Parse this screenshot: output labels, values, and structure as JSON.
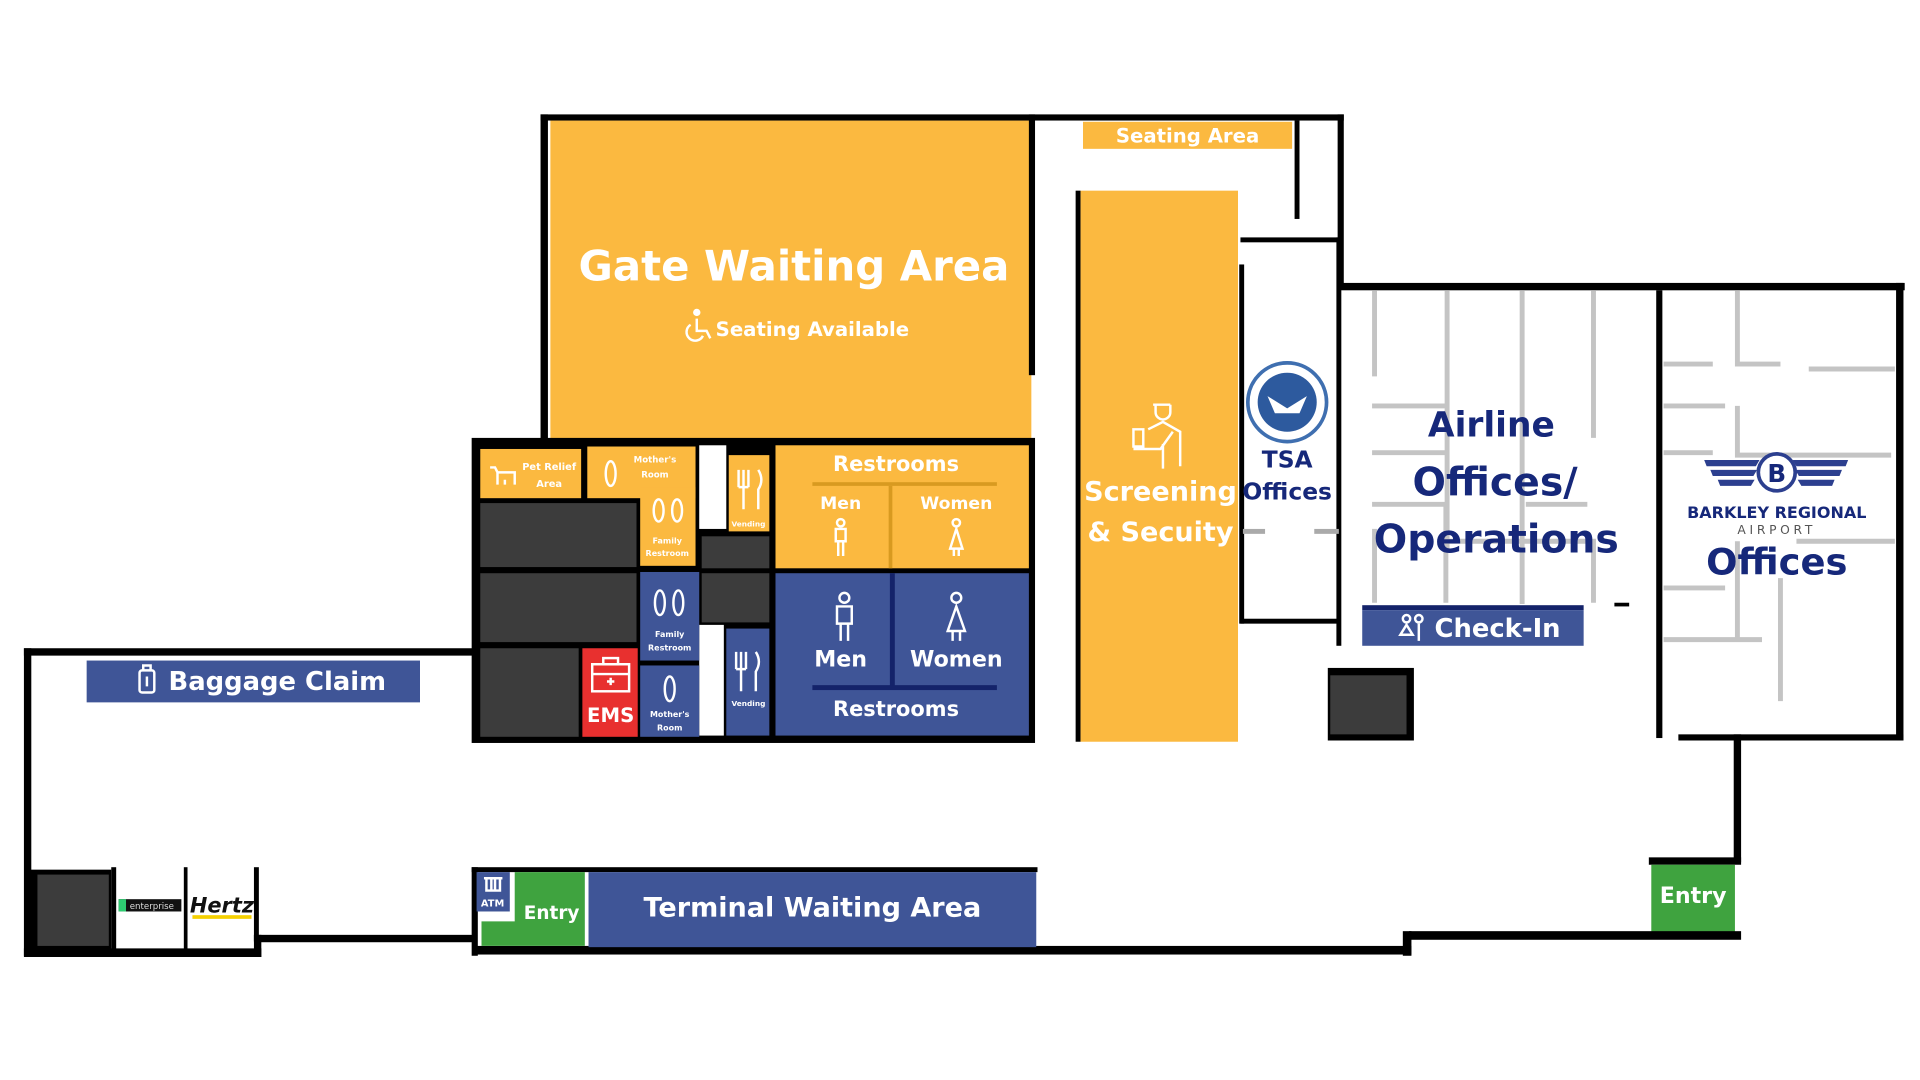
{
  "colors": {
    "yellow": "#fbb940",
    "blue": "#3f5597",
    "dark": "#3c3c3c",
    "green": "#3fa33f",
    "red": "#e8302f",
    "navy": "#16287a",
    "wall": "#000000"
  },
  "areas": {
    "gate_waiting": {
      "title": "Gate Waiting Area",
      "subtitle": "Seating Available",
      "icon": "wheelchair-seat-icon"
    },
    "seating_area": {
      "label": "Seating Area"
    },
    "screening": {
      "line1": "Screening",
      "line2": "& Secuity",
      "icon": "security-officer-icon"
    },
    "tsa": {
      "line1": "TSA",
      "line2": "Offices",
      "icon": "dhs-seal-icon"
    },
    "airline": {
      "line1": "Airline",
      "line2": "Offices/",
      "line3": "Operations"
    },
    "barkley": {
      "logo_letter": "B",
      "logo_line1": "BARKLEY REGIONAL",
      "logo_line2": "AIRPORT",
      "label": "Offices"
    },
    "check_in": {
      "label": "Check-In",
      "icon": "people-icon"
    },
    "pet_relief": {
      "line1": "Pet Relief",
      "line2": "Area",
      "icon": "dog-icon"
    },
    "mothers_room_top": {
      "line1": "Mother's",
      "line2": "Room",
      "icon": "woman-icon"
    },
    "family_restroom_top": {
      "line1": "Family",
      "line2": "Restroom",
      "icon": "family-icon"
    },
    "vending_top": {
      "label": "Vending",
      "icon": "fork-knife-icon"
    },
    "restrooms_top": {
      "title": "Restrooms",
      "men": "Men",
      "women": "Women"
    },
    "restrooms_bottom": {
      "title": "Restrooms",
      "men": "Men",
      "women": "Women"
    },
    "family_restroom_bottom": {
      "line1": "Family",
      "line2": "Restroom"
    },
    "mothers_room_bottom": {
      "line1": "Mother's",
      "line2": "Room"
    },
    "vending_bottom": {
      "label": "Vending"
    },
    "ems": {
      "label": "EMS",
      "icon": "first-aid-kit-icon"
    },
    "baggage_claim": {
      "label": "Baggage Claim",
      "icon": "luggage-icon"
    },
    "rental_enterprise": {
      "label": "enterprise"
    },
    "rental_hertz": {
      "label": "Hertz"
    },
    "atm": {
      "label": "ATM",
      "icon": "atm-icon"
    },
    "entry_left": {
      "label": "Entry"
    },
    "entry_right": {
      "label": "Entry"
    },
    "terminal_waiting": {
      "label": "Terminal Waiting Area"
    }
  }
}
